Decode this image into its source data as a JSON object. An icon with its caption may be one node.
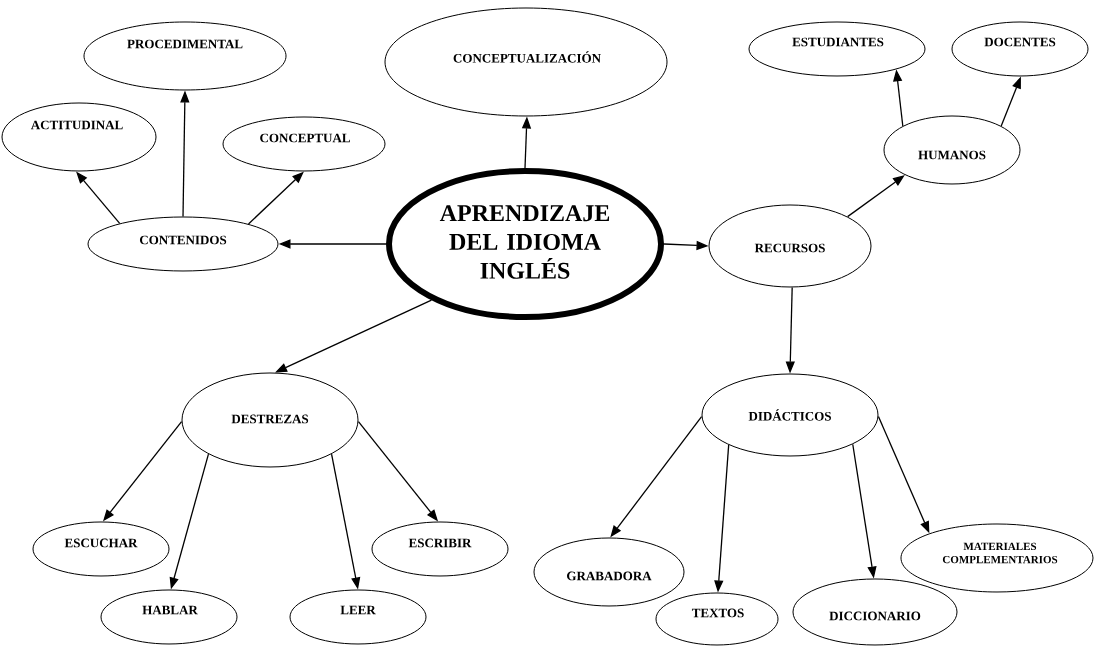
{
  "diagram": {
    "nodes": [
      {
        "text": [
          "APRENDIZAJE DEL IDIOMA INGLÉS"
        ]
      },
      {
        "text": [
          "CONCEPTUALIZACIÓN"
        ]
      },
      {
        "text": [
          "PROCEDIMENTAL"
        ]
      },
      {
        "text": [
          "ACTITUDINAL"
        ]
      },
      {
        "text": [
          "CONCEPTUAL"
        ]
      },
      {
        "text": [
          "CONTENIDOS"
        ]
      },
      {
        "text": [
          "RECURSOS"
        ]
      },
      {
        "text": [
          "HUMANOS"
        ]
      },
      {
        "text": [
          "ESTUDIANTES"
        ]
      },
      {
        "text": [
          "DOCENTES"
        ]
      },
      {
        "text": [
          "DESTREZAS"
        ]
      },
      {
        "text": [
          "ESCUCHAR"
        ]
      },
      {
        "text": [
          "HABLAR"
        ]
      },
      {
        "text": [
          "LEER"
        ]
      },
      {
        "text": [
          "ESCRIBIR"
        ]
      },
      {
        "text": [
          "DIDÁCTICOS"
        ]
      },
      {
        "text": [
          "GRABADORA"
        ]
      },
      {
        "text": [
          "TEXTOS"
        ]
      },
      {
        "text": [
          "DICCIONARIO"
        ]
      },
      {
        "text": [
          "MATERIALES COMPLEMENTARIOS"
        ]
      }
    ],
    "edges": [
      {
        "from": 0,
        "to": 1,
        "arrow": "to"
      },
      {
        "from": 0,
        "to": 5,
        "arrow": "to"
      },
      {
        "from": 0,
        "to": 6,
        "arrow": "to"
      },
      {
        "from": 0,
        "to": 10,
        "arrow": "to"
      },
      {
        "from": 5,
        "to": 3,
        "arrow": "to"
      },
      {
        "from": 5,
        "to": 2,
        "arrow": "to"
      },
      {
        "from": 5,
        "to": 4,
        "arrow": "to"
      },
      {
        "from": 6,
        "to": 7,
        "arrow": "to"
      },
      {
        "from": 7,
        "to": 8,
        "arrow": "to"
      },
      {
        "from": 7,
        "to": 9,
        "arrow": "to"
      },
      {
        "from": 6,
        "to": 15,
        "arrow": "to"
      },
      {
        "from": 10,
        "to": 11,
        "arrow": "to"
      },
      {
        "from": 10,
        "to": 12,
        "arrow": "to"
      },
      {
        "from": 10,
        "to": 13,
        "arrow": "to"
      },
      {
        "from": 10,
        "to": 14,
        "arrow": "to"
      },
      {
        "from": 15,
        "to": 16,
        "arrow": "to"
      },
      {
        "from": 15,
        "to": 17,
        "arrow": "to"
      },
      {
        "from": 15,
        "to": 18,
        "arrow": "to"
      },
      {
        "from": 15,
        "to": 19,
        "arrow": "to"
      }
    ]
  }
}
